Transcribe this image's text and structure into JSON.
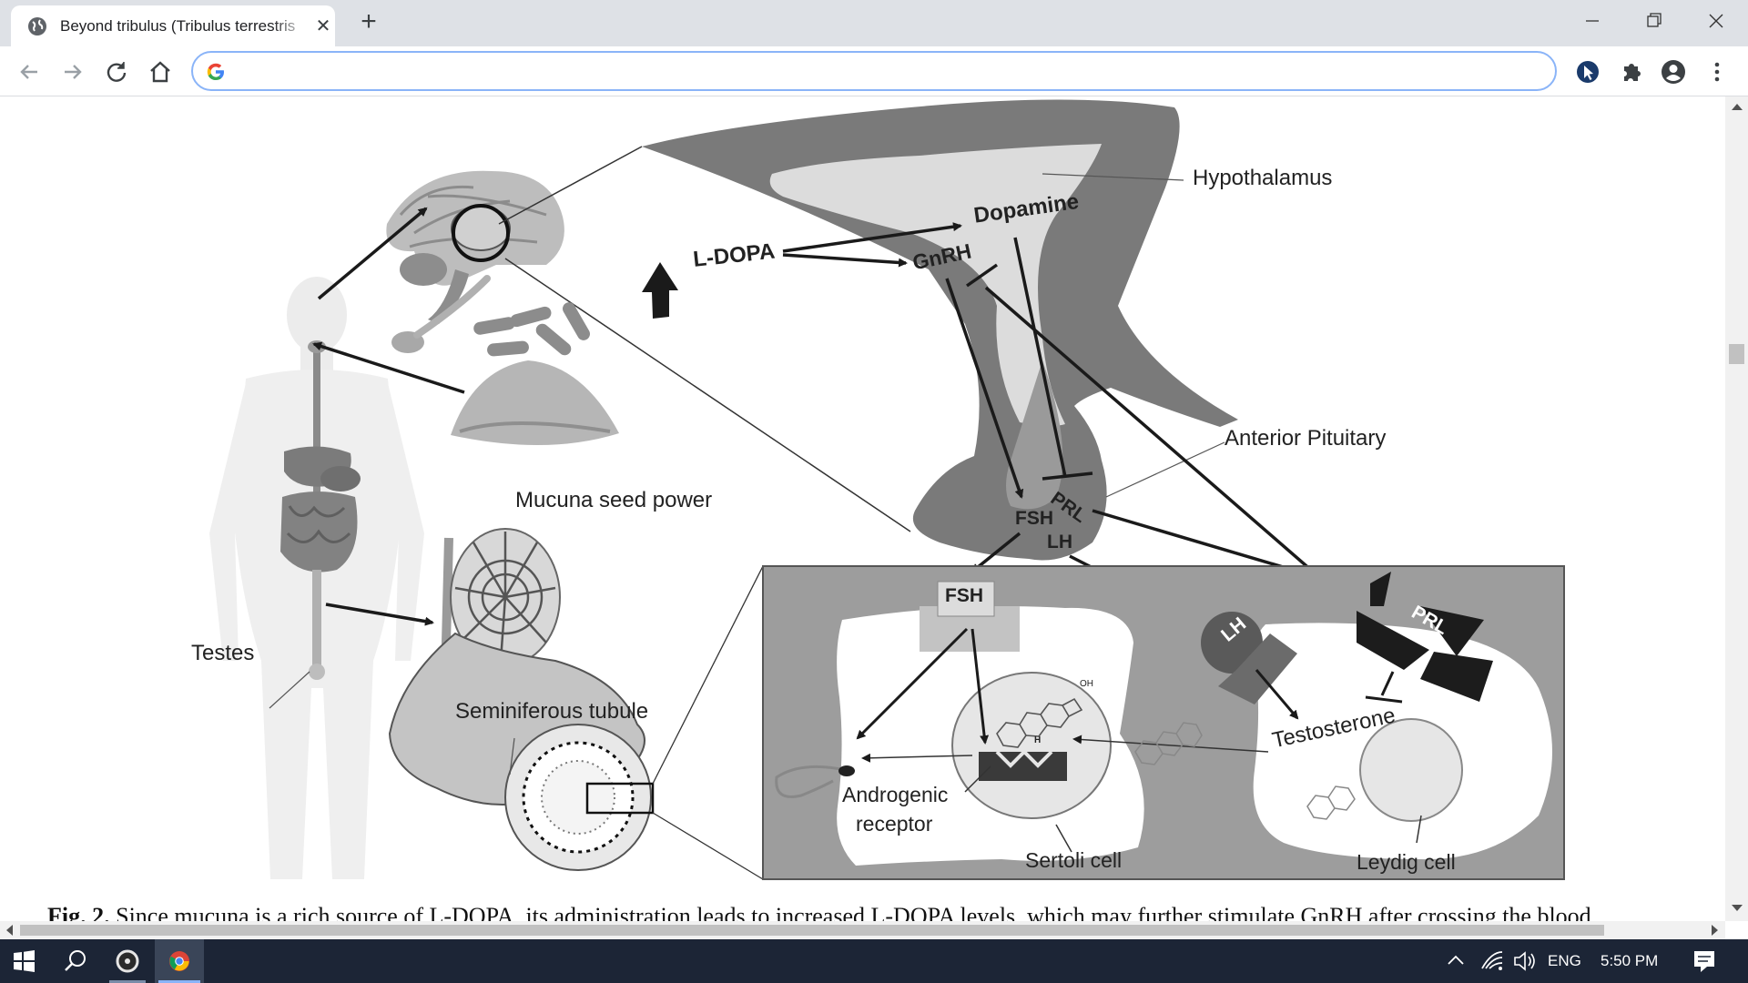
{
  "browser": {
    "tab_title": "Beyond tribulus (Tribulus terrestris",
    "tab_close": "✕",
    "new_tab": "+",
    "address_value": "",
    "accent": "#8ab4f8"
  },
  "figure": {
    "labels": {
      "hypothalamus": "Hypothalamus",
      "ldopa": "L-DOPA",
      "dopamine": "Dopamine",
      "gnrh": "GnRH",
      "anterior_pituitary": "Anterior Pituitary",
      "prl": "PRL",
      "fsh": "FSH",
      "lh": "LH",
      "mucuna": "Mucuna seed power",
      "testes": "Testes",
      "seminiferous": "Seminiferous tubule",
      "fsh_receptor": "FSH",
      "lh_receptor": "LH",
      "prl_receptor": "PRL",
      "testosterone": "Testosterone",
      "androgenic": "Androgenic",
      "receptor": "receptor",
      "sertoli": "Sertoli cell",
      "leydig": "Leydig cell",
      "oh": "OH",
      "h": "H"
    },
    "caption_bold": "Fig. 2.",
    "caption_text": "Since mucuna is a rich source of L-DOPA, its administration leads to increased L-DOPA levels, which may further stimulate GnRH after crossing the blood"
  },
  "taskbar": {
    "language": "ENG",
    "time": "5:50 PM"
  }
}
